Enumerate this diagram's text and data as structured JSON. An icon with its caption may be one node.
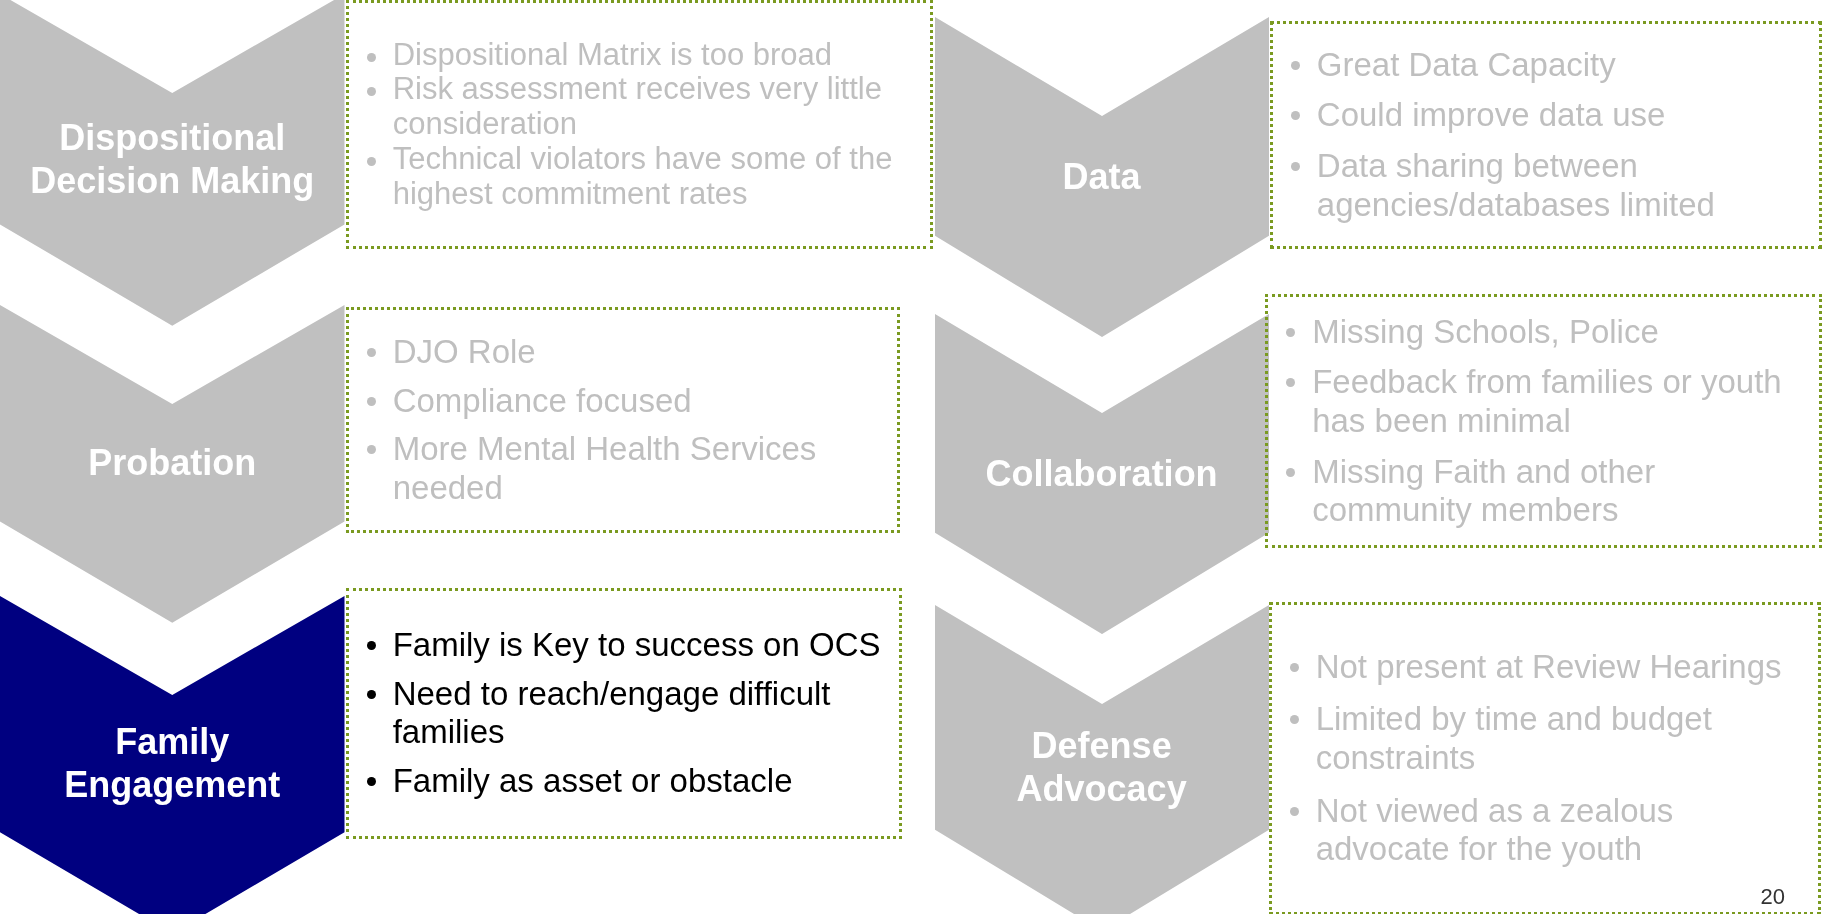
{
  "diagram": {
    "nodes": [
      {
        "text": [
          "Dispositional Decision Making"
        ]
      },
      {
        "text": [
          "Dispositional Matrix is too broad",
          " Risk assessment receives very little consideration",
          " Technical violators have some of the highest commitment rates"
        ]
      },
      {
        "text": [
          "Data"
        ]
      },
      {
        "text": [
          "Great Data Capacity",
          "Could improve data use",
          "Data sharing between agencies/databases limited"
        ]
      },
      {
        "text": [
          "Probation"
        ]
      },
      {
        "text": [
          "DJO Role",
          "Compliance focused",
          "More Mental Health Services needed"
        ]
      },
      {
        "text": [
          "Collaboration"
        ]
      },
      {
        "text": [
          "Missing Schools, Police",
          "Feedback from families or youth has been minimal",
          "Missing Faith and other community members"
        ]
      },
      {
        "text": [
          "Family Engagement"
        ]
      },
      {
        "text": [
          "Family is Key to success on OCS",
          "Need to reach/engage difficult families",
          "Family as asset or obstacle"
        ]
      },
      {
        "text": [
          "Defense Advocacy"
        ]
      },
      {
        "text": [
          "Not present at Review Hearings",
          "Limited by time and budget constraints",
          "Not viewed as a zealous advocate for the youth"
        ]
      }
    ],
    "labels": [
      "20"
    ]
  }
}
